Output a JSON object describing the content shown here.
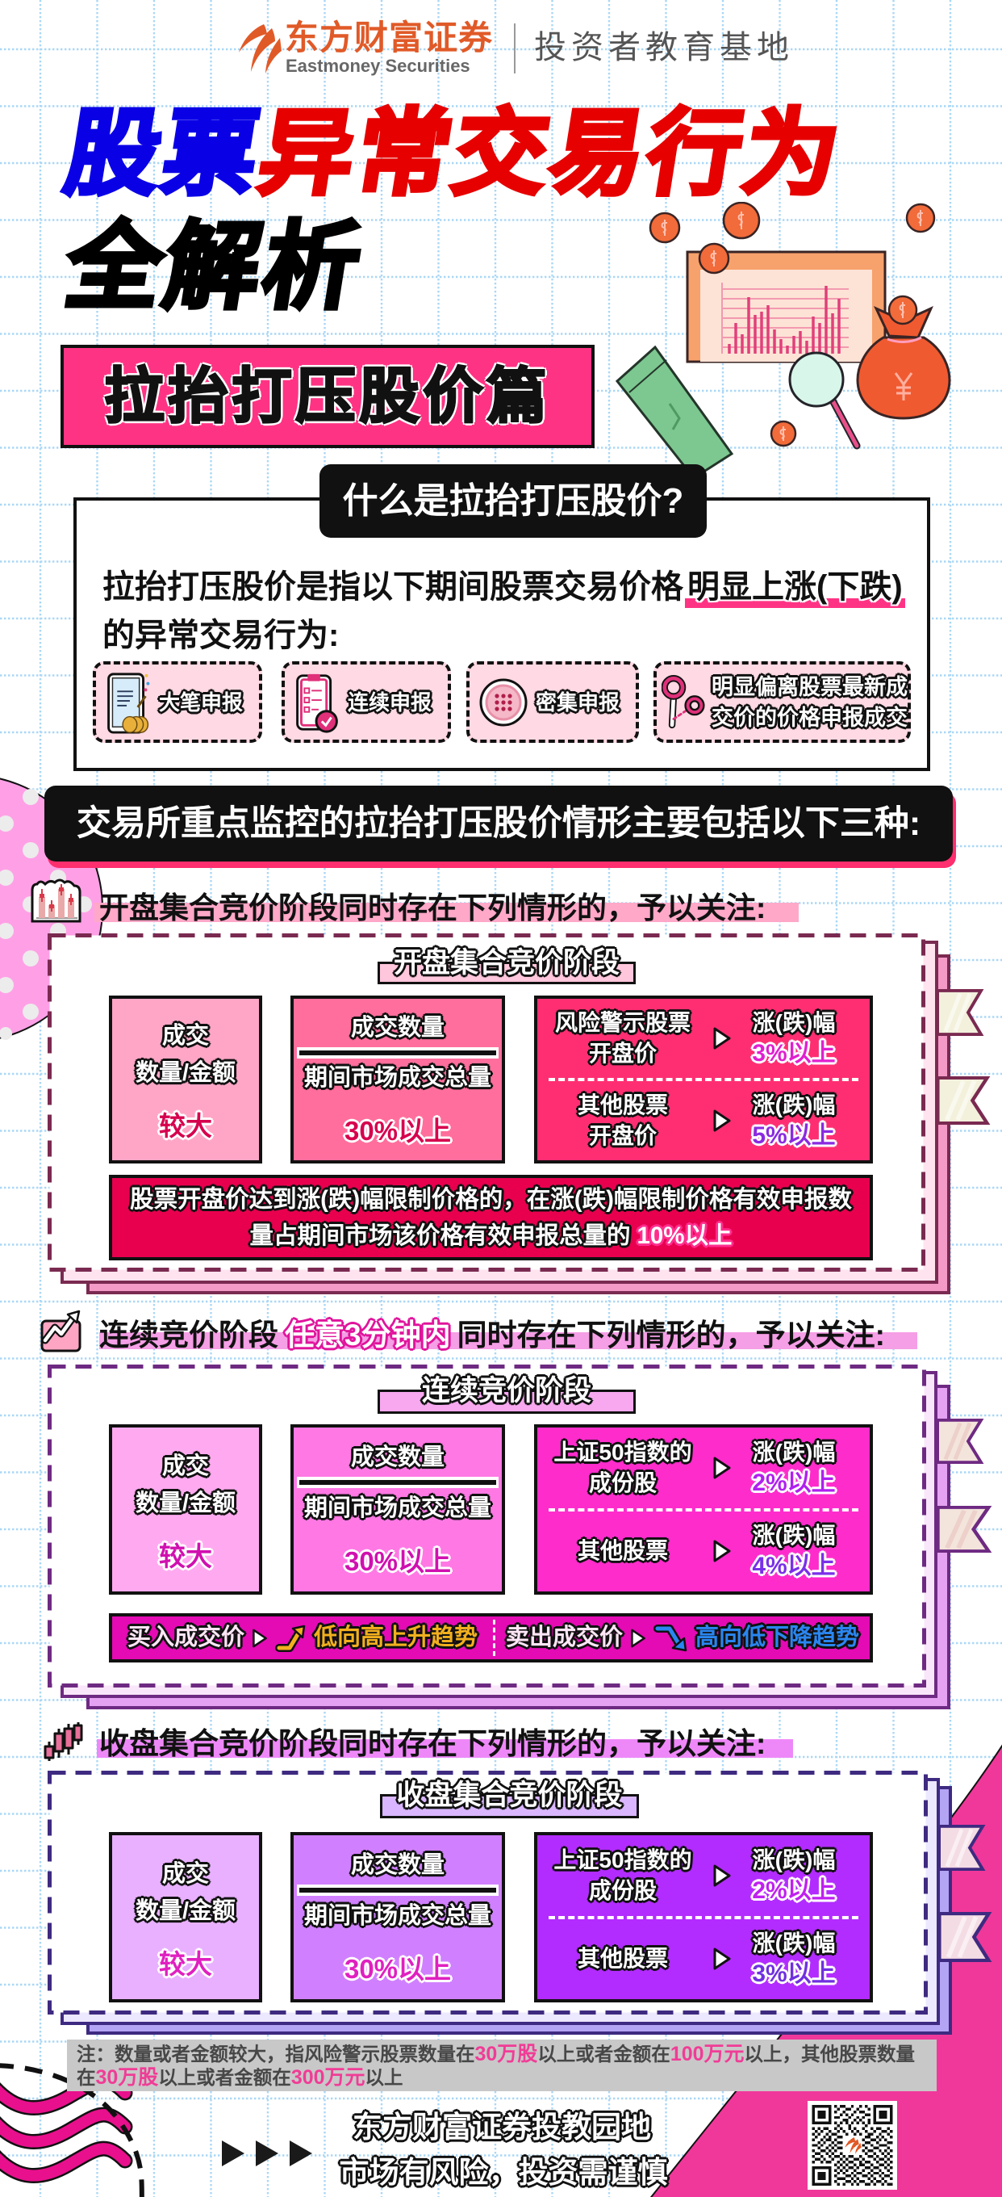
{
  "brand": {
    "logo_icon": "eastmoney-logo-icon",
    "name_cn": "东方财富证券",
    "name_en": "Eastmoney Securities",
    "tagline": "投资者教育基地",
    "color": "#e05a28"
  },
  "title": {
    "blue_part": "股票",
    "red_part": "异常交易行为",
    "line2": "全解析",
    "subtitle": "拉抬打压股价篇",
    "blue_color": "#0a00e6",
    "red_color": "#e60000",
    "subtitle_bg": "#ff3384"
  },
  "illustration": {
    "icons": [
      "coin-icon",
      "chart-board-icon",
      "money-bag-icon",
      "magnifier-icon",
      "notebook-icon"
    ]
  },
  "definition": {
    "heading": "什么是拉抬打压股价?",
    "text_before": "拉抬打压股价是指以下期间股票交易价格",
    "highlight": "明显上涨(下跌)",
    "text_after": "的异常交易行为:",
    "items": [
      {
        "icon": "large-order-icon",
        "label": "大笔申报"
      },
      {
        "icon": "checklist-icon",
        "label": "连续申报"
      },
      {
        "icon": "dense-dots-icon",
        "label": "密集申报"
      },
      {
        "icon": "price-deviation-icon",
        "label_line1": "明显偏离股票最新成",
        "label_line2": "交价的价格申报成交"
      }
    ],
    "item_bg": "#ffd9e3"
  },
  "monitor_banner": {
    "text": "交易所重点监控的拉抬打压股价情形主要包括以下三种:",
    "shadow_color": "#ff2e6e"
  },
  "sections": [
    {
      "icon": "candlestick-icon",
      "header_pre": "开盘集合竞价阶段同时存在下列情形的，予以关注:",
      "stage_title": "开盘集合竞价阶段",
      "cell1": {
        "line1": "成交",
        "line2": "数量/金额",
        "value": "较大"
      },
      "cell2": {
        "numerator": "成交数量",
        "denominator": "期间市场成交总量",
        "value": "30%以上"
      },
      "cell3": [
        {
          "label1": "风险警示股票",
          "label2": "开盘价",
          "metric": "涨(跌)幅",
          "value": "3%以上"
        },
        {
          "label1": "其他股票",
          "label2": "开盘价",
          "metric": "涨(跌)幅",
          "value": "5%以上"
        }
      ],
      "footer_bar": {
        "line1": "股票开盘价达到涨(跌)幅限制价格的，在涨(跌)幅限制价格有效申报数",
        "line2": "量占期间市场该价格有效申报总量的",
        "highlight": "10%以上"
      },
      "theme": {
        "border": "#7a2a50",
        "card2": "#ffe4ef",
        "card3": "#f49ac6",
        "stage_bg": "#ffc6dc",
        "cell1": "#ffa6c6",
        "cell2": "#ff6e9c",
        "cell3": "#ff2e72",
        "value": "#d6004e",
        "pct1": "#e020d0",
        "pct2": "#8a2ae0",
        "highlight": "#ffa8c8",
        "ribbon": "#f3f1dc",
        "bar": "#e8004e"
      }
    },
    {
      "icon": "trend-up-chart-icon",
      "header_pre": "连续竞价阶段",
      "header_highlight": "任意3分钟内",
      "header_post": "同时存在下列情形的，予以关注:",
      "stage_title": "连续竞价阶段",
      "cell1": {
        "line1": "成交",
        "line2": "数量/金额",
        "value": "较大"
      },
      "cell2": {
        "numerator": "成交数量",
        "denominator": "期间市场成交总量",
        "value": "30%以上"
      },
      "cell3": [
        {
          "label1": "上证50指数的",
          "label2": "成份股",
          "metric": "涨(跌)幅",
          "value": "2%以上"
        },
        {
          "label1": "其他股票",
          "metric": "涨(跌)幅",
          "value": "4%以上"
        }
      ],
      "trend_bar": {
        "buy_label": "买入成交价",
        "buy_trend": "低向高上升趋势",
        "sell_label": "卖出成交价",
        "sell_trend": "高向低下降趋势",
        "buy_color": "#f2b01e",
        "sell_color": "#2a86f0"
      },
      "theme": {
        "border": "#6e2a82",
        "card2": "#fae6fb",
        "card3": "#e6a2f2",
        "stage_bg": "#f7a8ef",
        "cell1": "#ffaaf0",
        "cell2": "#ff78e4",
        "cell3": "#ff2ccc",
        "value": "#d010b0",
        "pct1": "#b020f0",
        "pct2": "#7a30e8",
        "highlight": "#f59fe6",
        "ribbon": "#f3e4dc",
        "bar": "#e40ab4"
      }
    },
    {
      "icon": "candlestick-bars-icon",
      "header_pre": "收盘集合竞价阶段同时存在下列情形的，予以关注:",
      "stage_title": "收盘集合竞价阶段",
      "cell1": {
        "line1": "成交",
        "line2": "数量/金额",
        "value": "较大"
      },
      "cell2": {
        "numerator": "成交数量",
        "denominator": "期间市场成交总量",
        "value": "30%以上"
      },
      "cell3": [
        {
          "label1": "上证50指数的",
          "label2": "成份股",
          "metric": "涨(跌)幅",
          "value": "2%以上"
        },
        {
          "label1": "其他股票",
          "metric": "涨(跌)幅",
          "value": "3%以上"
        }
      ],
      "theme": {
        "border": "#3e2a80",
        "card2": "#ece8ff",
        "card3": "#b4a4f4",
        "stage_bg": "#d9b6ff",
        "cell1": "#e8b0ff",
        "cell2": "#d080ff",
        "cell3": "#b22cff",
        "value": "#e020c0",
        "pct1": "#c020f0",
        "pct2": "#7030e0",
        "highlight": "#ee88f8",
        "ribbon": "#f4dce4"
      }
    }
  ],
  "note": {
    "lines": [
      [
        {
          "text": "注：数量或者金额较大，指风险警示股票数量在",
          "hl": false
        },
        {
          "text": "30万股",
          "hl": true
        },
        {
          "text": "以上或者金额在",
          "hl": false
        },
        {
          "text": "100万元",
          "hl": true
        },
        {
          "text": "以上，其他股票数量",
          "hl": false
        }
      ],
      [
        {
          "text": "在",
          "hl": false
        },
        {
          "text": "30万股",
          "hl": true
        },
        {
          "text": "以上或者金额在",
          "hl": false
        },
        {
          "text": "300万元",
          "hl": true
        },
        {
          "text": "以上",
          "hl": false
        }
      ]
    ],
    "background": "#c8c8c8",
    "highlight_color": "#f03c96"
  },
  "footer": {
    "line1": "东方财富证券投教园地",
    "line2": "市场有风险，投资需谨慎",
    "arrows_icon": "triple-play-arrows-icon",
    "qr_icon": "qr-code-icon"
  }
}
